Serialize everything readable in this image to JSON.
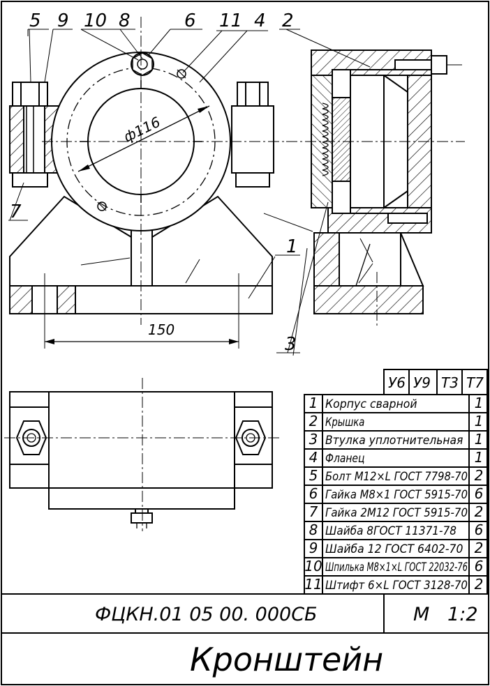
{
  "drawing": {
    "callouts": [
      "5",
      "9",
      "10",
      "8",
      "6",
      "11",
      "4",
      "2",
      "7",
      "1",
      "3"
    ],
    "diameter_label": "ф116",
    "dimension_150": "150"
  },
  "parts_table": {
    "headers": [
      "У6",
      "У9",
      "Т3",
      "Т7"
    ],
    "rows": [
      {
        "pos": "1",
        "name": "Корпус сварной",
        "qty": "1"
      },
      {
        "pos": "2",
        "name": "Крышка",
        "qty": "1"
      },
      {
        "pos": "3",
        "name": "Втулка уплотнительная",
        "qty": "1"
      },
      {
        "pos": "4",
        "name": "Фланец",
        "qty": "1"
      },
      {
        "pos": "5",
        "name": "Болт М12×L ГОСТ 7798-70",
        "qty": "2"
      },
      {
        "pos": "6",
        "name": "Гайка М8×1 ГОСТ 5915-70",
        "qty": "6"
      },
      {
        "pos": "7",
        "name": "Гайка 2М12 ГОСТ 5915-70",
        "qty": "2"
      },
      {
        "pos": "8",
        "name": "Шайба 8ГОСТ 11371-78",
        "qty": "6"
      },
      {
        "pos": "9",
        "name": "Шайба 12 ГОСТ 6402-70",
        "qty": "2"
      },
      {
        "pos": "10",
        "name": "Шпилька М8×1×L ГОСТ 22032-76",
        "qty": "6"
      },
      {
        "pos": "11",
        "name": "Штифт 6×L ГОСТ 3128-70",
        "qty": "2"
      }
    ]
  },
  "title_block": {
    "document_code": "ФЦКН.01 05 00. 000СБ",
    "scale": "М   1:2",
    "title": "Кронштейн"
  }
}
